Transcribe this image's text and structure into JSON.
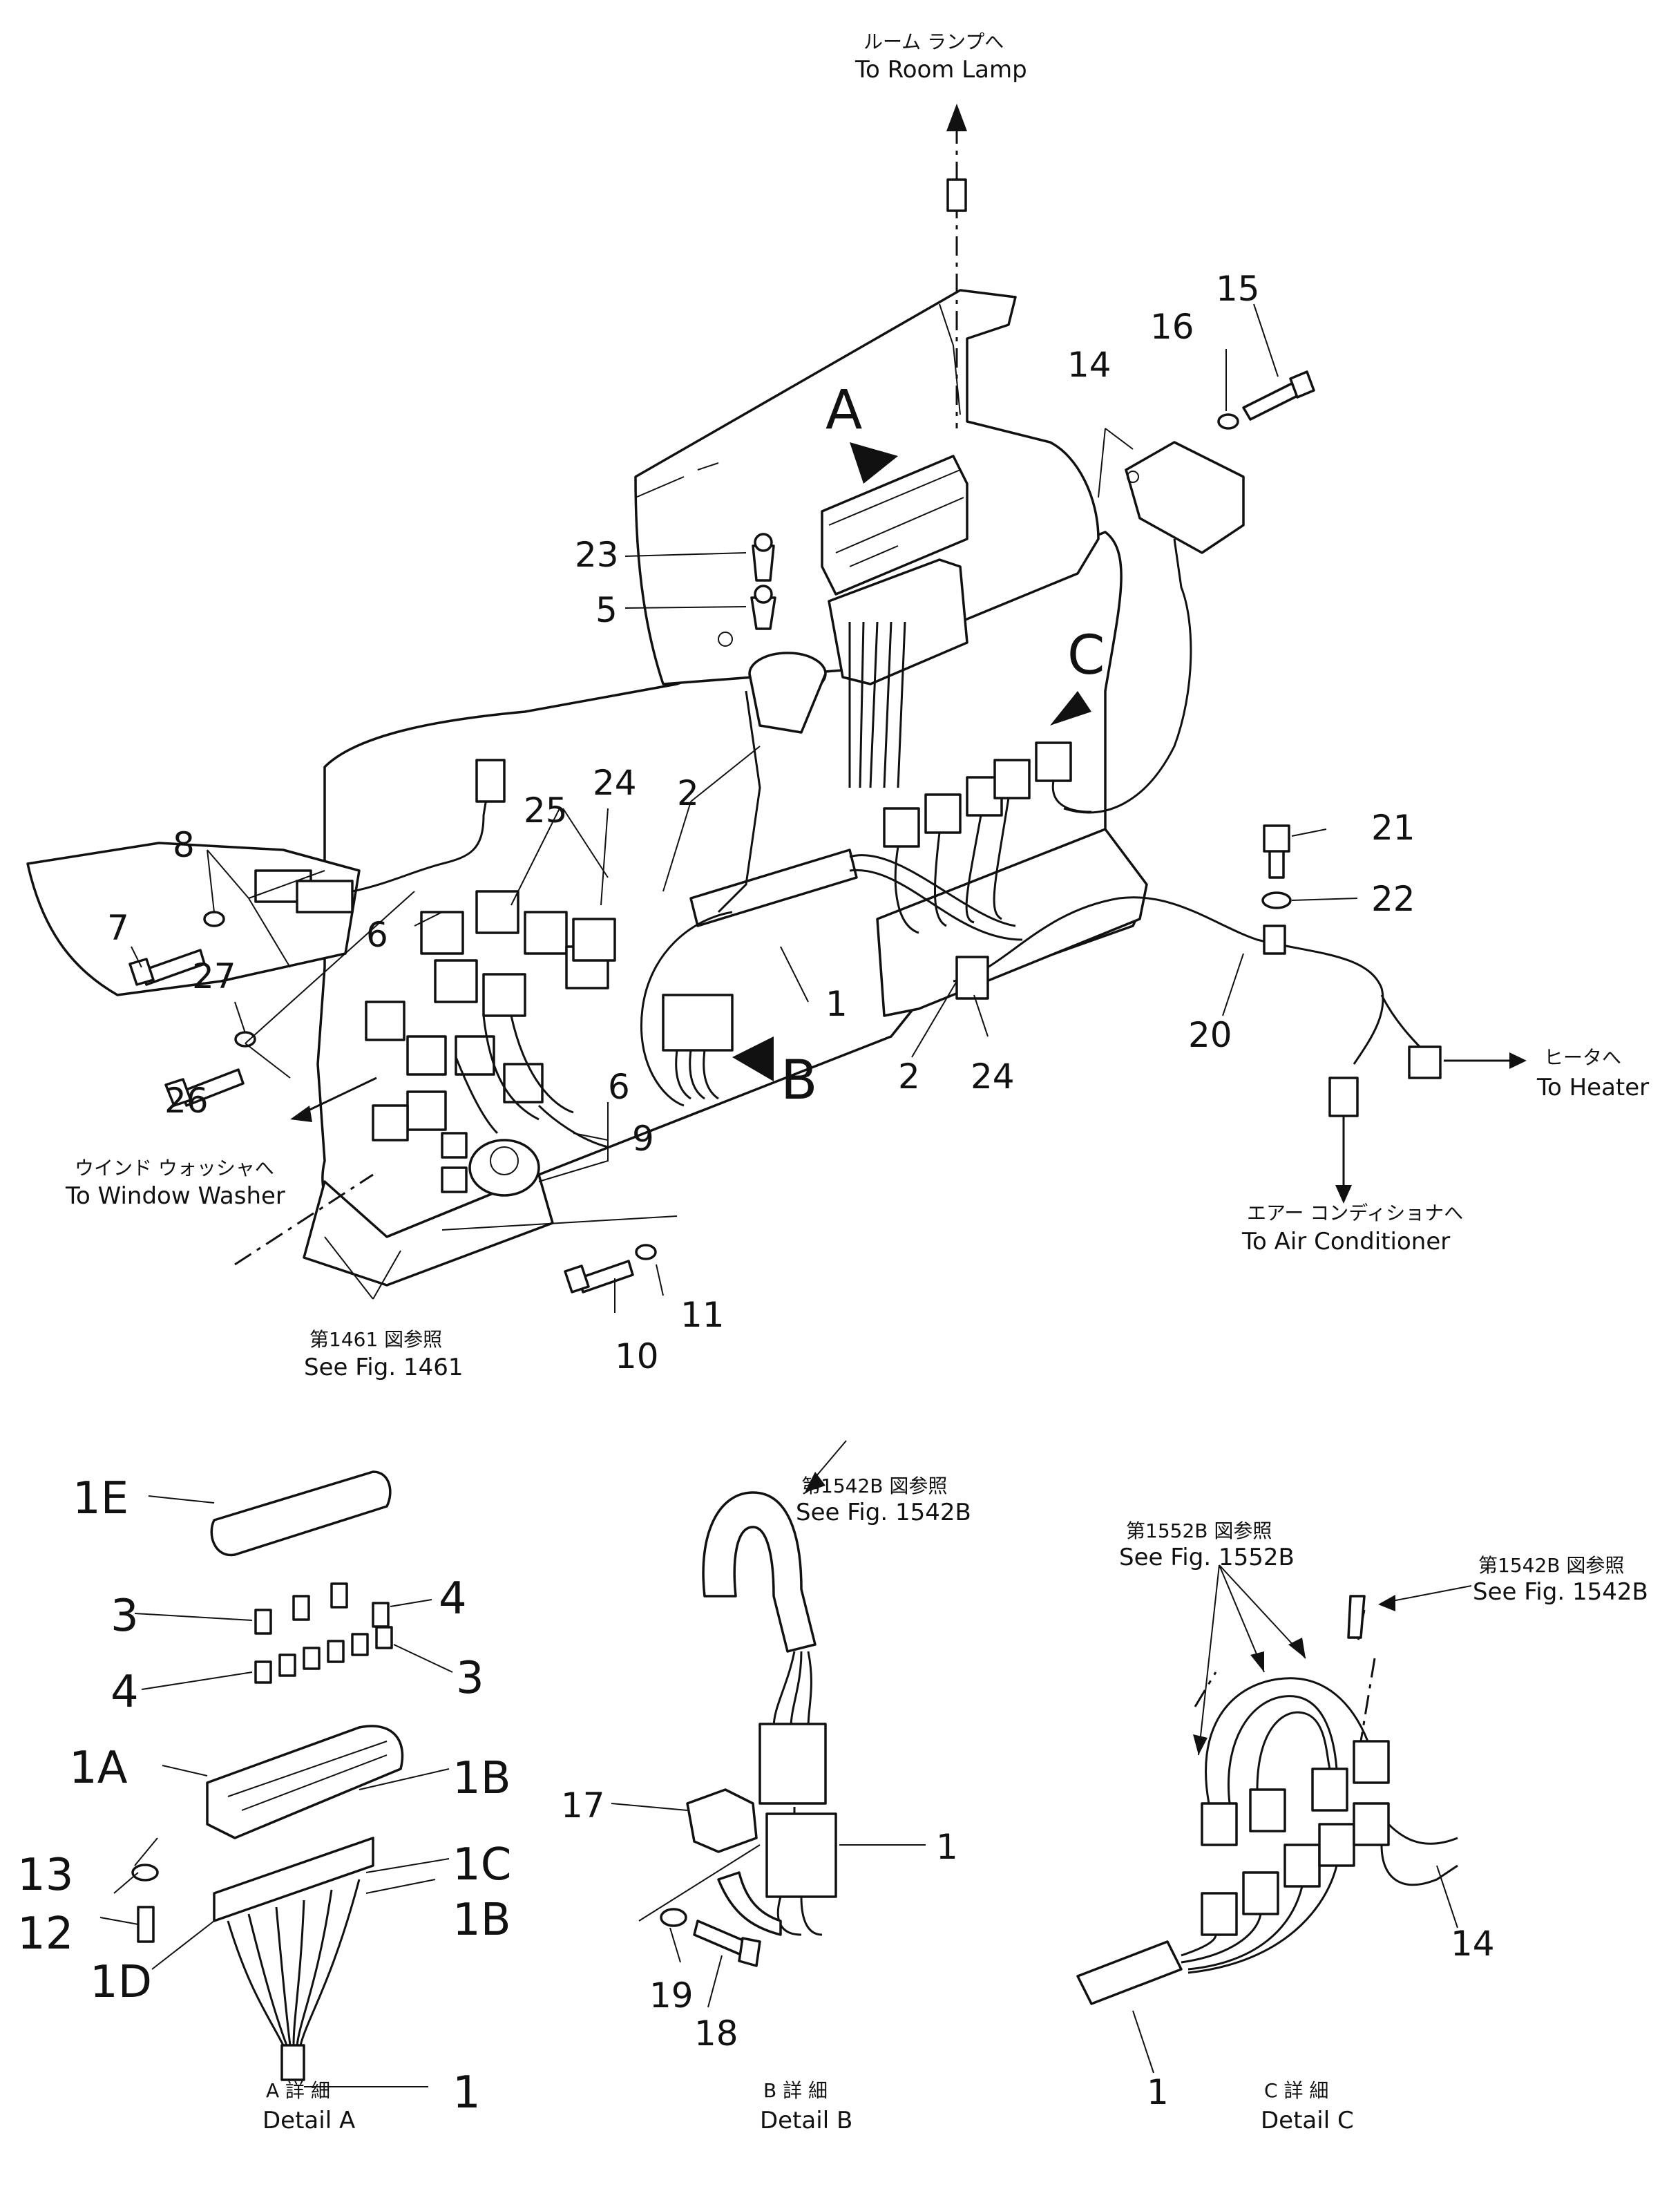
{
  "callouts": {
    "room_lamp_jp": "ルーム ランプへ",
    "room_lamp_en": "To Room Lamp",
    "heater_jp": "ヒータへ",
    "heater_en": "To Heater",
    "aircon_jp": "エアー コンディショナへ",
    "aircon_en": "To Air Conditioner",
    "washer_jp": "ウインド ウォッシャへ",
    "washer_en": "To Window Washer",
    "fig1461_jp": "第1461 図参照",
    "fig1461_en": "See Fig. 1461",
    "fig1542b_jp": "第1542B 図参照",
    "fig1542b_en": "See Fig. 1542B",
    "fig1552b_jp": "第1552B 図参照",
    "fig1552b_en": "See Fig. 1552B"
  },
  "detail_markers": {
    "a": "A",
    "b": "B",
    "c": "C"
  },
  "part_numbers": {
    "p1": "1",
    "p2": "2",
    "p5": "5",
    "p6": "6",
    "p7": "7",
    "p8": "8",
    "p9": "9",
    "p10": "10",
    "p11": "11",
    "p14": "14",
    "p15": "15",
    "p16": "16",
    "p20": "20",
    "p21": "21",
    "p22": "22",
    "p23": "23",
    "p24": "24",
    "p25": "25",
    "p26": "26",
    "p27": "27"
  },
  "detail_a": {
    "title_jp": "A 詳 細",
    "title_en": "Detail A",
    "labels": {
      "p1e": "1E",
      "p3": "3",
      "p4": "4",
      "p1a": "1A",
      "p1b": "1B",
      "p1c": "1C",
      "p1d": "1D",
      "p13": "13",
      "p12": "12",
      "p1": "1"
    }
  },
  "detail_b": {
    "title_jp": "B 詳 細",
    "title_en": "Detail B",
    "labels": {
      "p17": "17",
      "p1": "1",
      "p18": "18",
      "p19": "19"
    }
  },
  "detail_c": {
    "title_jp": "C 詳 細",
    "title_en": "Detail C",
    "labels": {
      "p1": "1",
      "p14": "14"
    }
  }
}
